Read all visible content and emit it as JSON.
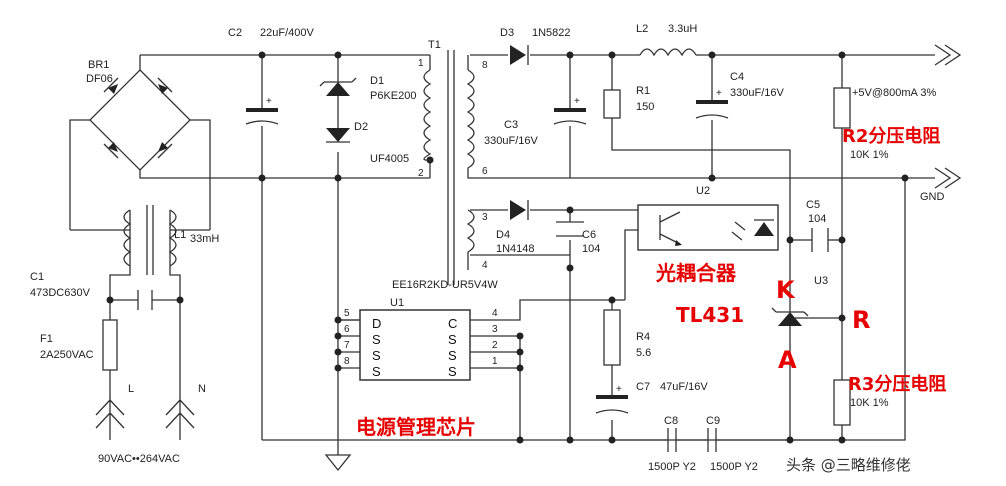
{
  "labels": {
    "br1": "BR1",
    "br1_part": "DF06",
    "c2": "C2",
    "c2_val": "22uF/400V",
    "t1": "T1",
    "d3": "D3",
    "d3_part": "1N5822",
    "l2": "L2",
    "l2_val": "3.3uH",
    "d1": "D1",
    "d1_part": "P6KE200",
    "d2": "D2",
    "d2_part": "UF4005",
    "r1": "R1",
    "r1_val": "150",
    "c4": "C4",
    "c4_val": "330uF/16V",
    "c3": "C3",
    "c3_val": "330uF/16V",
    "out_label": "+5V@800mA  3%",
    "r2_val": "10K 1%",
    "gnd": "GND",
    "l1": "L1",
    "l1_val": "33mH",
    "u2": "U2",
    "c5": "C5",
    "c5_val": "104",
    "d4": "D4",
    "d4_part": "1N4148",
    "c6": "C6",
    "c6_val": "104",
    "t1_part": "EE16R2KD-UR5V4W",
    "u3": "U3",
    "c1": "C1",
    "c1_val": "473DC630V",
    "u1": "U1",
    "f1": "F1",
    "f1_val": "2A250VAC",
    "r4": "R4",
    "r4_val": "5.6",
    "r3_val": "10K 1%",
    "c7": "C7",
    "c7_val": "47uF/16V",
    "l_in": "L",
    "n_in": "N",
    "input_range": "90VAC••264VAC",
    "c8": "C8",
    "c8_val": "1500P Y2",
    "c9": "C9",
    "c9_val": "1500P Y2",
    "u1_left": [
      "D",
      "S",
      "S",
      "S"
    ],
    "u1_right": [
      "C",
      "S",
      "S",
      "S"
    ],
    "u1_pins_left": [
      "5",
      "6",
      "7",
      "8"
    ],
    "u1_pins_right": [
      "4",
      "3",
      "2",
      "1"
    ],
    "t1_pins": [
      "1",
      "2",
      "8",
      "6",
      "3",
      "4"
    ]
  },
  "annotations": {
    "r2_divider": "R2分压电阻",
    "r3_divider": "R3分压电阻",
    "optocoupler": "光耦合器",
    "k": "K",
    "tl431": "TL431",
    "r": "R",
    "a": "A",
    "pmic": "电源管理芯片"
  },
  "watermark": "头条 @三略维修佬",
  "colors": {
    "annotation": "#e60000",
    "wire": "#333333"
  }
}
